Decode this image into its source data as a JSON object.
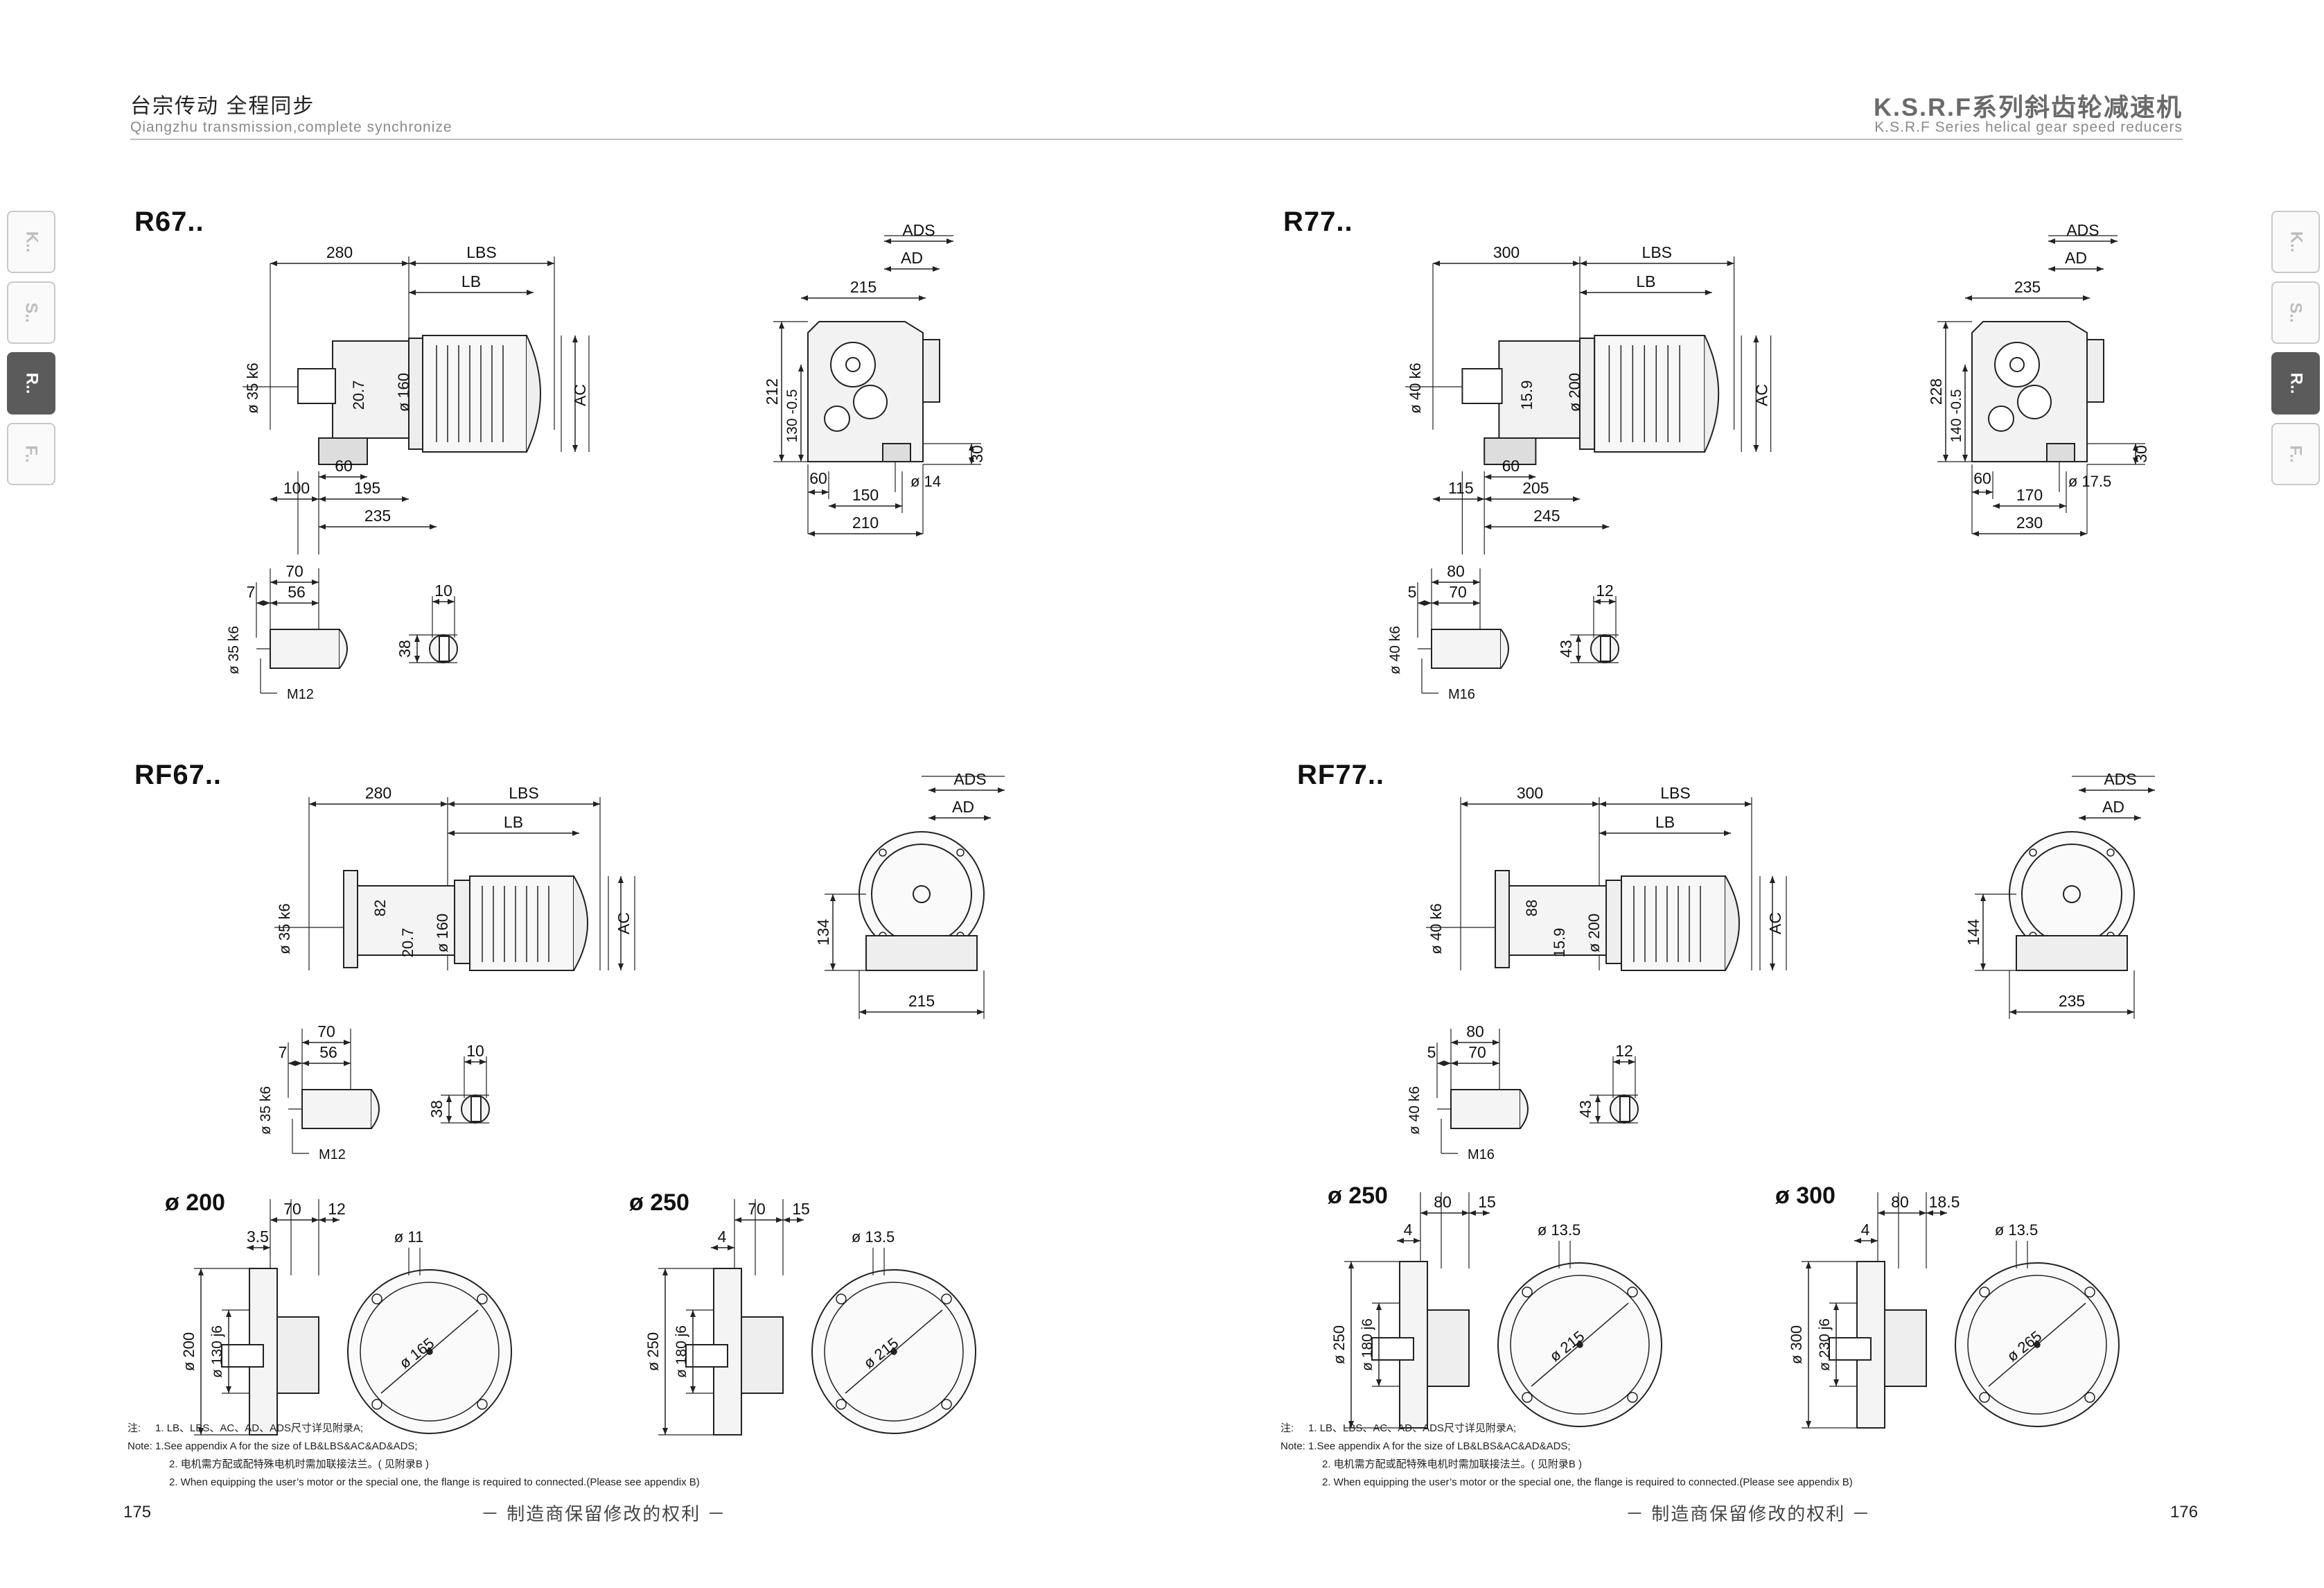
{
  "header": {
    "left_cn": "台宗传动  全程同步",
    "left_en": "Qiangzhu transmission,complete synchronize",
    "right_title": "K.S.R.F系列斜齿轮减速机",
    "right_en": "K.S.R.F Series helical gear speed reducers"
  },
  "side_tabs": [
    "K..",
    "S..",
    "R..",
    "F.."
  ],
  "active_tab": "R..",
  "left_page": {
    "r_model": "R67..",
    "r_dims": {
      "d1": "280",
      "d2": "LBS",
      "d3": "LB",
      "d4": "ø 35 k6",
      "d5": "20.7",
      "d6": "ø 160",
      "d7": "AC",
      "d8": "60",
      "d9": "100",
      "d10": "195",
      "d11": "235",
      "ads": "ADS",
      "ad": "AD",
      "w": "215",
      "h1": "212",
      "h2": "130 -0.5",
      "e1": "30",
      "e2": "60",
      "e3": "150",
      "e4": "210",
      "hole": "ø 14"
    },
    "r_shaft": {
      "a": "70",
      "b": "7",
      "c": "56",
      "d": "ø 35 k6",
      "thread": "M12",
      "key": "10",
      "kh": "38"
    },
    "rf_model": "RF67..",
    "rf_dims": {
      "d1": "280",
      "d2": "LBS",
      "d3": "LB",
      "d4": "ø 35 k6",
      "d5": "82",
      "d6": "20.7",
      "d7": "ø 160",
      "d8": "AC",
      "ads": "ADS",
      "ad": "AD",
      "h": "134",
      "w": "215"
    },
    "rf_shaft": {
      "a": "70",
      "b": "7",
      "c": "56",
      "d": "ø 35 k6",
      "thread": "M12",
      "key": "10",
      "kh": "38"
    },
    "flange_a": {
      "title": "ø 200",
      "a": "70",
      "b": "12",
      "c": "3.5",
      "d": "ø 200",
      "e": "ø 130 j6",
      "hole": "ø 11",
      "pcd": "ø 165"
    },
    "flange_b": {
      "title": "ø 250",
      "a": "70",
      "b": "15",
      "c": "4",
      "d": "ø 250",
      "e": "ø 180 j6",
      "hole": "ø 13.5",
      "pcd": "ø 215"
    },
    "page_number": "175"
  },
  "right_page": {
    "r_model": "R77..",
    "r_dims": {
      "d1": "300",
      "d2": "LBS",
      "d3": "LB",
      "d4": "ø 40 k6",
      "d5": "15.9",
      "d6": "ø 200",
      "d7": "AC",
      "d8": "60",
      "d9": "115",
      "d10": "205",
      "d11": "245",
      "ads": "ADS",
      "ad": "AD",
      "w": "235",
      "h1": "228",
      "h2": "140 -0.5",
      "e1": "30",
      "e2": "60",
      "e3": "170",
      "e4": "230",
      "hole": "ø 17.5"
    },
    "r_shaft": {
      "a": "80",
      "b": "5",
      "c": "70",
      "d": "ø 40 k6",
      "thread": "M16",
      "key": "12",
      "kh": "43"
    },
    "rf_model": "RF77..",
    "rf_dims": {
      "d1": "300",
      "d2": "LBS",
      "d3": "LB",
      "d4": "ø 40 k6",
      "d5": "88",
      "d6": "15.9",
      "d7": "ø 200",
      "d8": "AC",
      "ads": "ADS",
      "ad": "AD",
      "h": "144",
      "w": "235"
    },
    "rf_shaft": {
      "a": "80",
      "b": "5",
      "c": "70",
      "d": "ø 40 k6",
      "thread": "M16",
      "key": "12",
      "kh": "43"
    },
    "flange_a": {
      "title": "ø 250",
      "a": "80",
      "b": "15",
      "c": "4",
      "d": "ø 250",
      "e": "ø 180 j6",
      "hole": "ø 13.5",
      "pcd": "ø 215"
    },
    "flange_b": {
      "title": "ø 300",
      "a": "80",
      "b": "18.5",
      "c": "4",
      "d": "ø 300",
      "e": "ø 230 j6",
      "hole": "ø 13.5",
      "pcd": "ø 265"
    },
    "page_number": "176"
  },
  "notes": {
    "label_cn": "注:",
    "line1": "1. LB、LBS、AC、AD、ADS尺寸详见附录A;",
    "label_en": "Note:",
    "line2": "1.See appendix A for the size of LB&LBS&AC&AD&ADS;",
    "line3": "2. 电机需方配或配特殊电机时需加联接法兰。( 见附录B )",
    "line4": "2. When equipping the user’s motor or the special one, the flange is required to connected.(Please see appendix B)"
  },
  "footer_reserve": "－ 制造商保留修改的权利 －"
}
